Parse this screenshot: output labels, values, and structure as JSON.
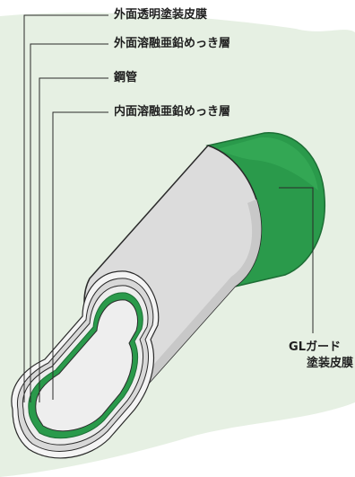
{
  "labels": {
    "outer_clear_film": "外面透明塗装皮膜",
    "outer_zinc_layer": "外面溶融亜鉛めっき層",
    "steel_pipe": "鋼管",
    "inner_zinc_layer": "内面溶融亜鉛めっき層",
    "gl_guard_line1": "GLガード",
    "gl_guard_line2": "塗装皮膜"
  },
  "colors": {
    "background_wash": "#e6f0e3",
    "pipe_gray": "#dcdcdc",
    "pipe_outline": "#2a2a2a",
    "green_coating": "#2a9a4b",
    "green_coating_light": "#38ad59",
    "inner_surface": "#eeeeee",
    "leader_line": "#2a2a2a"
  }
}
